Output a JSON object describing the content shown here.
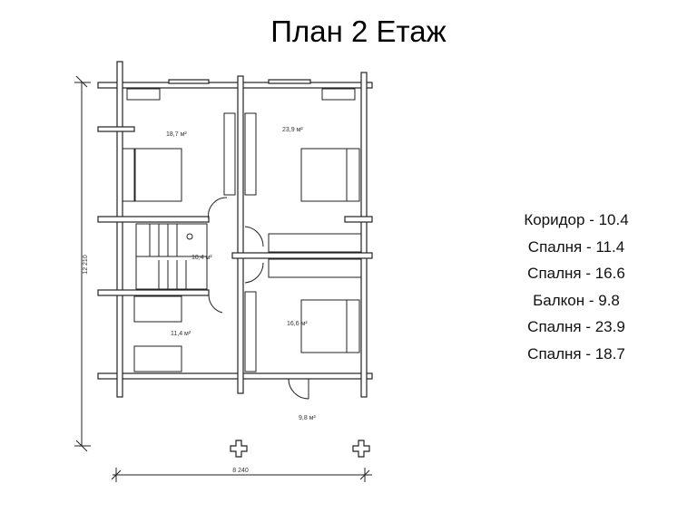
{
  "title": "План 2 Етаж",
  "rooms_list": [
    "Коридор - 10.4",
    "Спалня - 11.4",
    "Спалня - 16.6",
    "Балкон - 9.8",
    "Спалня - 23.9",
    "Спалня - 18.7"
  ],
  "plan": {
    "room_areas": {
      "bedroom_nw": "18,7 м²",
      "bedroom_ne": "23,9 м²",
      "corridor": "10,4 м²",
      "bedroom_sw": "11,4 м²",
      "bedroom_se": "16,6 м²",
      "balcony": "9,8 м²"
    },
    "dimension_height": "12 210",
    "dimension_width": "8 240"
  }
}
